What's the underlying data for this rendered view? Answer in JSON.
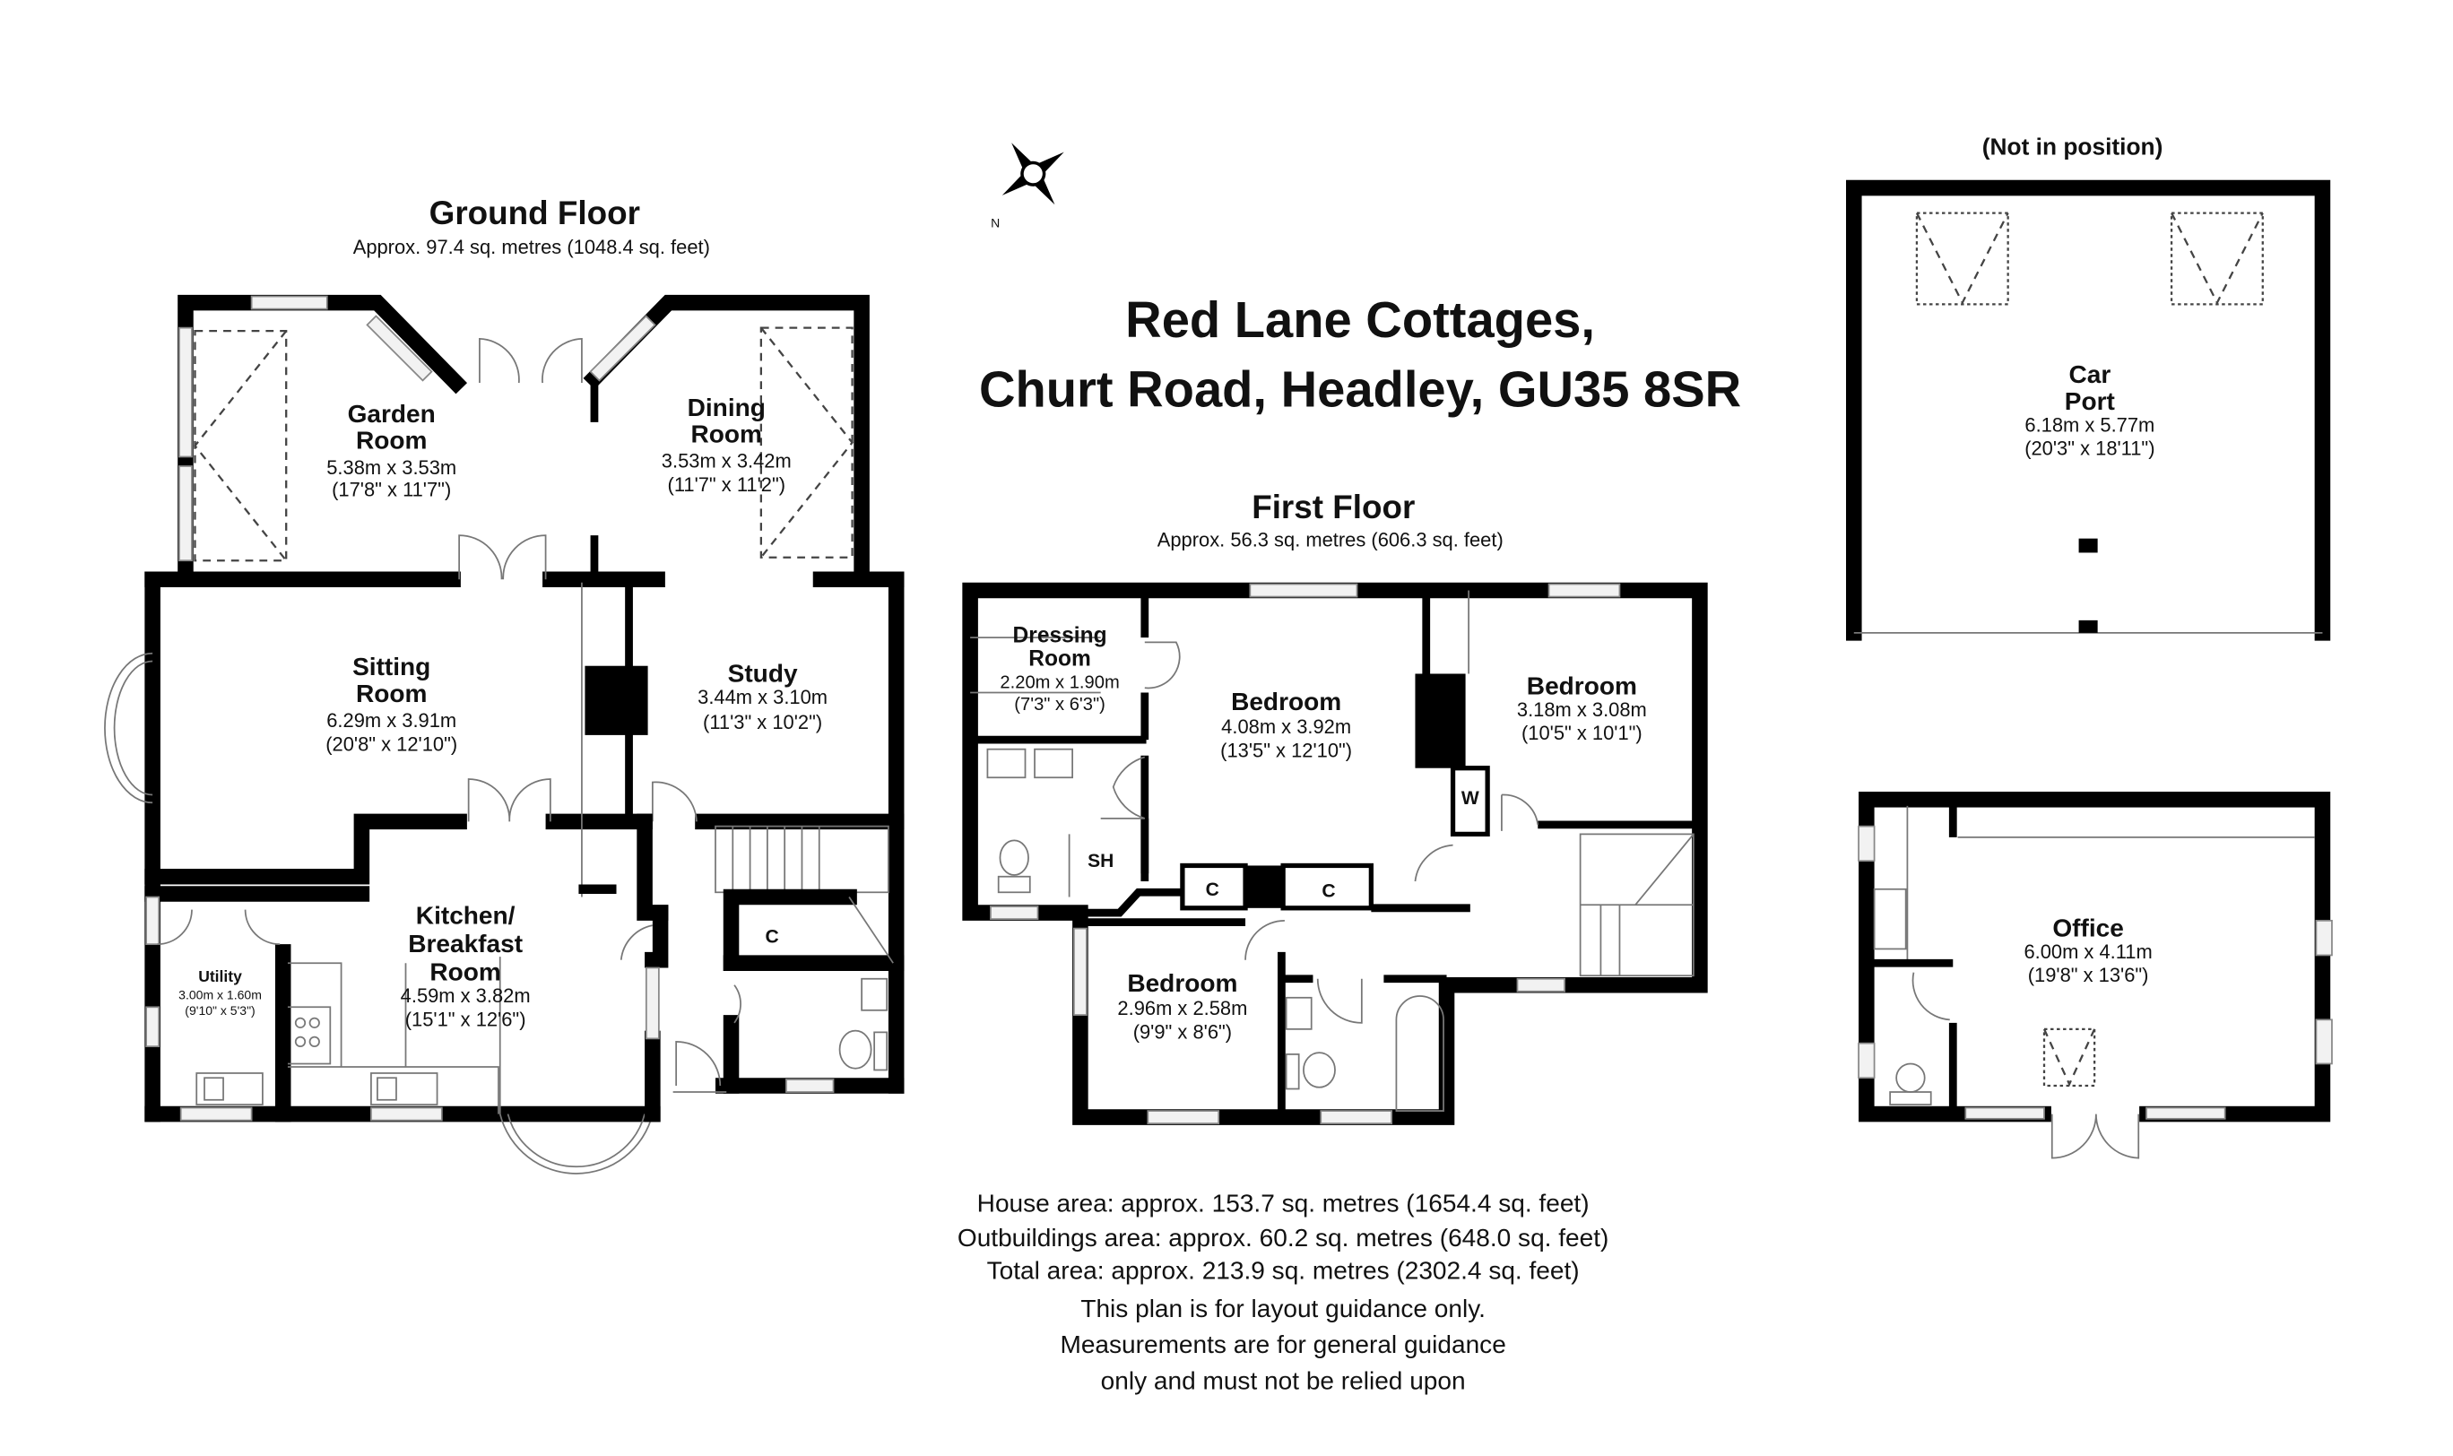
{
  "title": {
    "line1": "Red Lane Cottages,",
    "line2": "Churt Road, Headley, GU35 8SR"
  },
  "ground_floor": {
    "heading": "Ground Floor",
    "area": "Approx. 97.4 sq. metres (1048.4 sq. feet)",
    "rooms": {
      "garden": {
        "name1": "Garden",
        "name2": "Room",
        "metric": "5.38m x 3.53m",
        "imperial": "(17'8\" x 11'7\")"
      },
      "dining": {
        "name1": "Dining",
        "name2": "Room",
        "metric": "3.53m x 3.42m",
        "imperial": "(11'7\" x 11'2\")"
      },
      "sitting": {
        "name1": "Sitting",
        "name2": "Room",
        "metric": "6.29m x 3.91m",
        "imperial": "(20'8\" x 12'10\")"
      },
      "study": {
        "name1": "Study",
        "metric": "3.44m x 3.10m",
        "imperial": "(11'3\" x 10'2\")"
      },
      "kitchen": {
        "name1": "Kitchen/",
        "name2": "Breakfast",
        "name3": "Room",
        "metric": "4.59m x 3.82m",
        "imperial": "(15'1\" x 12'6\")"
      },
      "utility": {
        "name1": "Utility",
        "metric": "3.00m x 1.60m",
        "imperial": "(9'10\" x 5'3\")"
      },
      "cupboard": "C"
    }
  },
  "first_floor": {
    "heading": "First Floor",
    "area": "Approx. 56.3 sq. metres (606.3 sq. feet)",
    "rooms": {
      "dressing": {
        "name1": "Dressing",
        "name2": "Room",
        "metric": "2.20m x 1.90m",
        "imperial": "(7'3\" x 6'3\")"
      },
      "bedroom1": {
        "name1": "Bedroom",
        "metric": "4.08m x 3.92m",
        "imperial": "(13'5\" x 12'10\")"
      },
      "bedroom2": {
        "name1": "Bedroom",
        "metric": "3.18m x 3.08m",
        "imperial": "(10'5\" x 10'1\")"
      },
      "bedroom3": {
        "name1": "Bedroom",
        "metric": "2.96m x 2.58m",
        "imperial": "(9'9\" x 8'6\")"
      },
      "wardrobe": "W",
      "shower": "SH",
      "cupboard1": "C",
      "cupboard2": "C"
    }
  },
  "outbuildings": {
    "note": "(Not in position)",
    "carport": {
      "name1": "Car",
      "name2": "Port",
      "metric": "6.18m x 5.77m",
      "imperial": "(20'3\" x 18'11\")"
    },
    "office": {
      "name1": "Office",
      "metric": "6.00m x 4.11m",
      "imperial": "(19'8\" x 13'6\")"
    }
  },
  "footer": [
    "House area: approx. 153.7 sq. metres (1654.4 sq. feet)",
    "Outbuildings area: approx. 60.2 sq. metres (648.0 sq. feet)",
    "Total area: approx. 213.9 sq. metres (2302.4 sq. feet)",
    "This plan is for layout guidance only.",
    "Measurements are for general guidance",
    "only and must not be relied upon"
  ],
  "compass": {
    "icon": "compass-rose-icon",
    "label": "N"
  }
}
